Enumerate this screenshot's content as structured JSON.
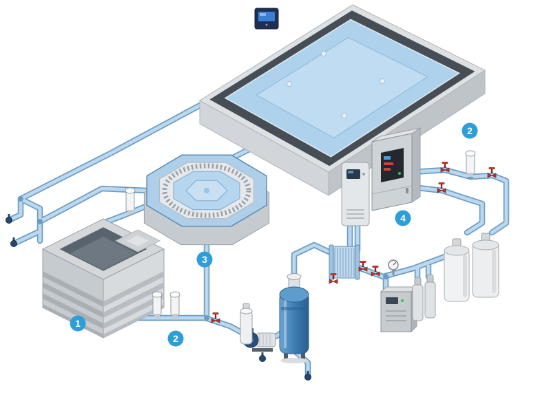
{
  "diagram": {
    "name": "Pool and whirlpool water treatment system schematic",
    "figure_type": "isometric piping schematic",
    "badges": [
      {
        "label": "1",
        "refers_to": "buffer-tank"
      },
      {
        "label": "2",
        "refers_to": "sensor-fittings-left"
      },
      {
        "label": "3",
        "refers_to": "whirlpool-spa"
      },
      {
        "label": "4",
        "refers_to": "control-cabinet"
      },
      {
        "label": "2",
        "refers_to": "sensor-fitting-right"
      }
    ],
    "colors": {
      "badge_blue": "#2e9ed8",
      "pool_water": "#aed2ec",
      "pool_rim_dark": "#474d54",
      "pipe_fill": "#bcd8ee",
      "pipe_outline": "#6b9dc4",
      "valve_red": "#b5372e",
      "equipment_gray": "#c9ced3",
      "filter_blue": "#3c7ab0",
      "display_navy": "#1e2f52",
      "background": "#ffffff"
    },
    "components": [
      {
        "name": "swimming-pool"
      },
      {
        "name": "wall-control-display"
      },
      {
        "name": "whirlpool-spa"
      },
      {
        "name": "buffer-tank"
      },
      {
        "name": "control-cabinet"
      },
      {
        "name": "control-door-panel"
      },
      {
        "name": "heat-exchanger"
      },
      {
        "name": "filter-vessel"
      },
      {
        "name": "circulation-pump"
      },
      {
        "name": "strainer-canister"
      },
      {
        "name": "dosing-station"
      },
      {
        "name": "chemical-canisters"
      },
      {
        "name": "storage-jugs"
      },
      {
        "name": "pressure-gauge"
      },
      {
        "name": "sensor-fittings"
      },
      {
        "name": "shutoff-valves"
      },
      {
        "name": "piping"
      }
    ]
  }
}
